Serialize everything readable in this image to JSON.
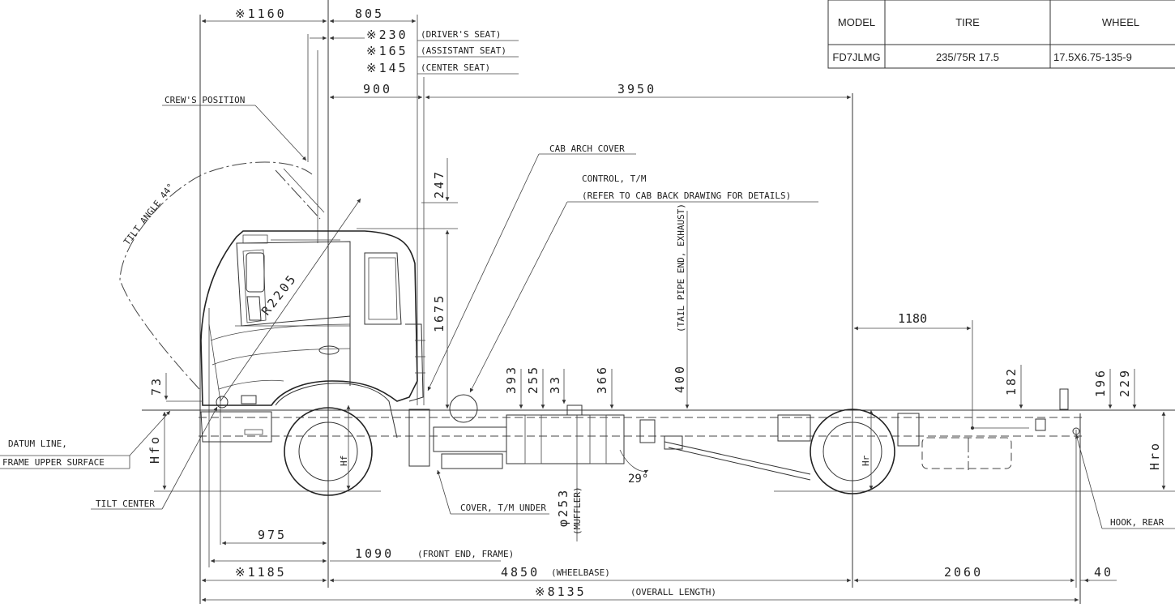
{
  "table": {
    "headers": [
      "MODEL",
      "TIRE",
      "WHEEL"
    ],
    "row": [
      "FD7JLMG",
      "235/75R 17.5",
      "17.5X6.75-135-9"
    ]
  },
  "dims": {
    "d1160": "※1160",
    "d805": "805",
    "d230": "※230",
    "d165": "※165",
    "d145": "※145",
    "d900": "900",
    "d3950": "3950",
    "d247": "247",
    "d1675": "1675",
    "d1180": "1180",
    "d182": "182",
    "d196": "196",
    "d229": "229",
    "d73": "73",
    "d393": "393",
    "d255": "255",
    "d33": "33",
    "d366": "366",
    "d400": "400",
    "d253": "φ253",
    "d975": "975",
    "d1090": "1090",
    "d1185": "※1185",
    "d4850": "4850",
    "d2060": "2060",
    "d40": "40",
    "d8135": "※8135",
    "r2205": "R2205",
    "tilt": "TILT ANGLE 44°",
    "a29": "29°",
    "hfo": "Hfo",
    "hf": "Hf",
    "hr": "Hr",
    "hro": "Hro"
  },
  "labels": {
    "driver_seat": "(DRIVER'S SEAT)",
    "assistant_seat": "(ASSISTANT SEAT)",
    "center_seat": "(CENTER SEAT)",
    "crew": "CREW'S POSITION",
    "cab_arch": "CAB ARCH COVER",
    "control": "CONTROL, T/M",
    "refer": "(REFER TO CAB BACK DRAWING FOR DETAILS)",
    "tailpipe": "(TAIL PIPE END, EXHAUST)",
    "datum1": "DATUM LINE,",
    "datum2": "FRAME UPPER SURFACE",
    "tilt_center": "TILT CENTER",
    "cover": "COVER, T/M UNDER",
    "muffler": "(MUFFLER)",
    "front_end": "(FRONT END, FRAME)",
    "wheelbase": "(WHEELBASE)",
    "overall": "(OVERALL LENGTH)",
    "hook": "HOOK, REAR"
  }
}
